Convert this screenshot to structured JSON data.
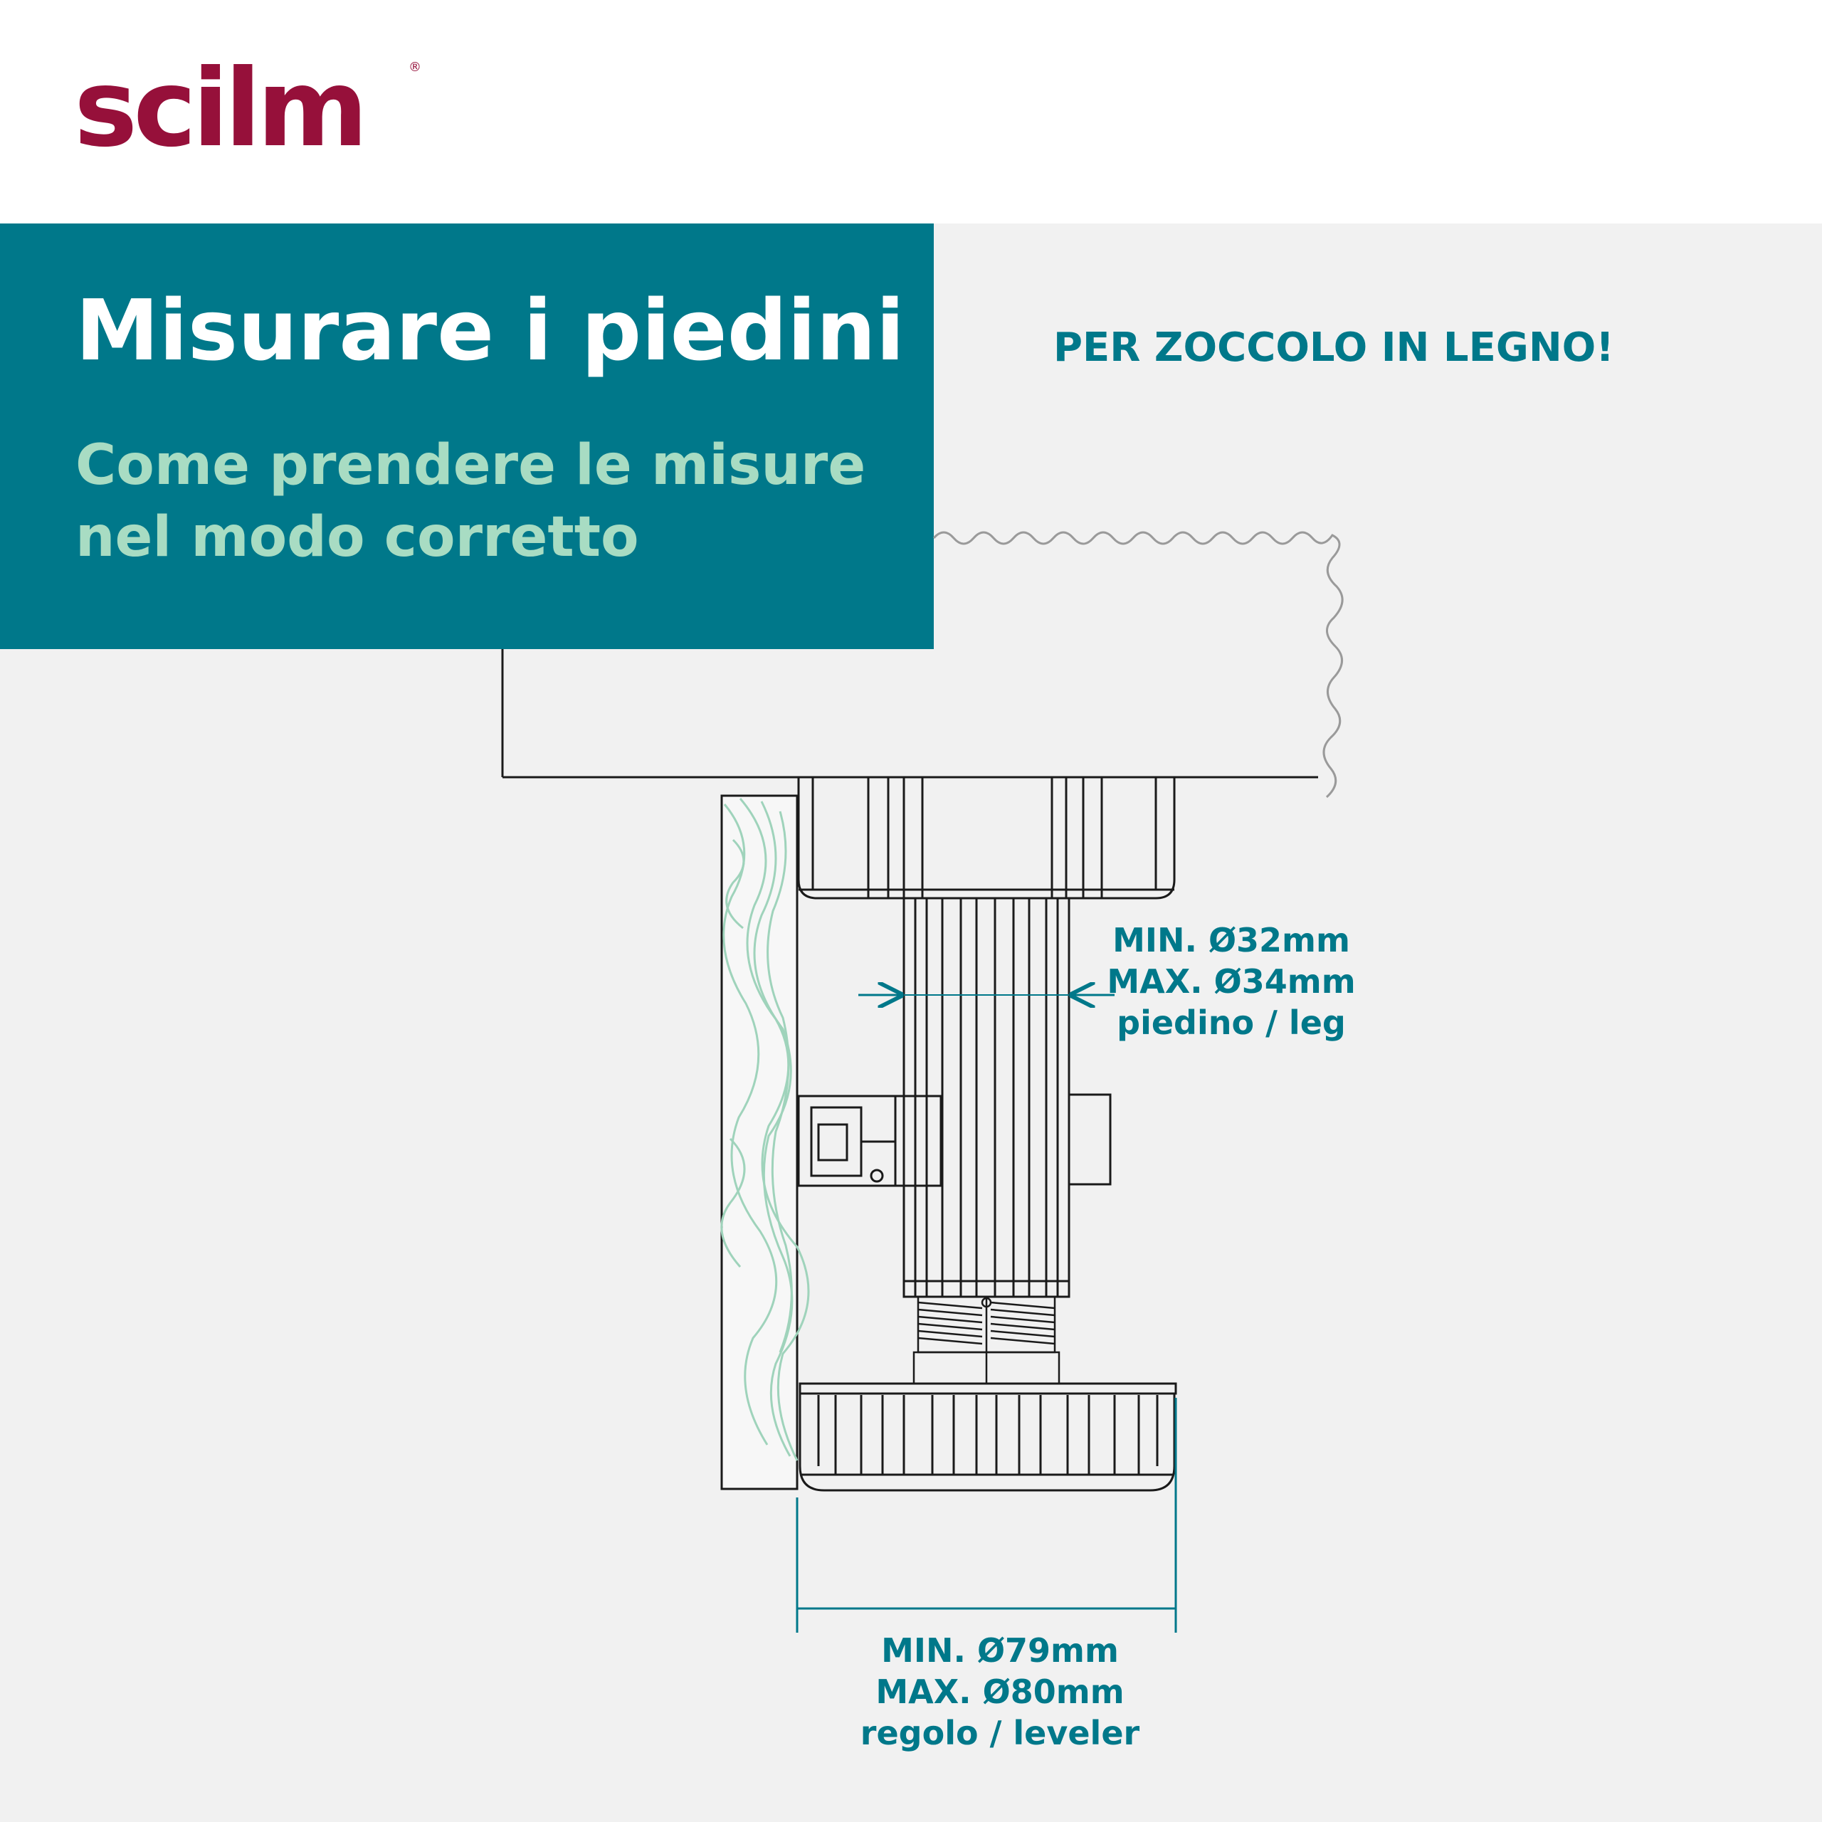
{
  "brand": {
    "name": "scilm",
    "mark": "®",
    "color": "#96103a"
  },
  "header": {
    "title": "Misurare i piedini",
    "subtitle_line1": "Come prendere le misure",
    "subtitle_line2": "nel modo corretto",
    "background": "#00788a",
    "subtitle_color": "#a8dcc3"
  },
  "note": "PER ZOCCOLO IN LEGNO!",
  "measurements": {
    "leg": {
      "min": "MIN. Ø32mm",
      "max": "MAX. Ø34mm",
      "label": "piedino / leg"
    },
    "leveler": {
      "min": "MIN. Ø79mm",
      "max": "MAX. Ø80mm",
      "label": "regolo / leveler"
    }
  },
  "colors": {
    "accent": "#00788a",
    "wood_grain": "#9fd3bb",
    "line": "#1a1a1a"
  }
}
